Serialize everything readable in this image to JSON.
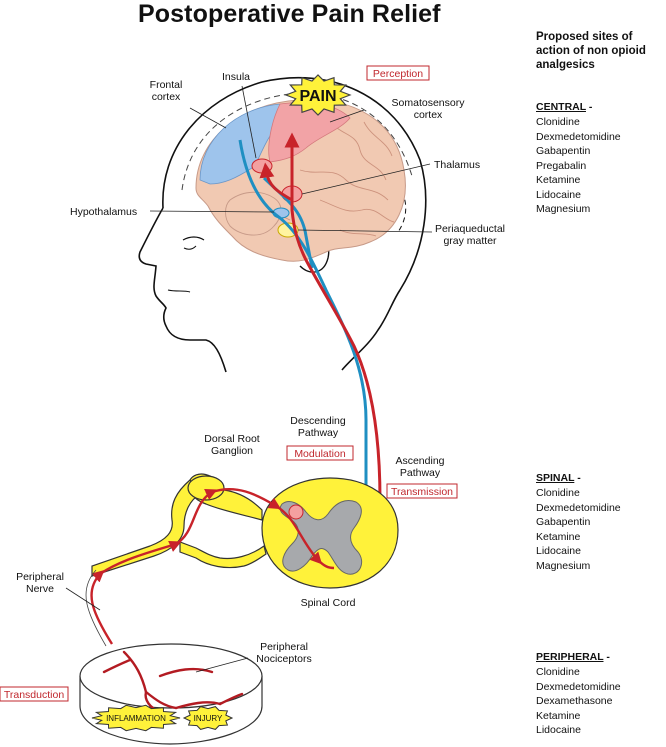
{
  "title": "Postoperative Pain Relief",
  "side": {
    "heading": [
      "Proposed sites of",
      "action of non opioid",
      "analgesics"
    ],
    "groups": [
      {
        "name": "CENTRAL",
        "suffix": " -",
        "drugs": [
          "Clonidine",
          "Dexmedetomidine",
          "Gabapentin",
          "Pregabalin",
          "Ketamine",
          "Lidocaine",
          "Magnesium"
        ]
      },
      {
        "name": "SPINAL",
        "suffix": " -",
        "drugs": [
          "Clonidine",
          "Dexmedetomidine",
          "Gabapentin",
          "Ketamine",
          "Lidocaine",
          "Magnesium"
        ]
      },
      {
        "name": "PERIPHERAL",
        "suffix": " -",
        "drugs": [
          "Clonidine",
          "Dexmedetomidine",
          "Dexamethasone",
          "Ketamine",
          "Lidocaine"
        ]
      }
    ]
  },
  "labels": {
    "frontal_cortex": [
      "Frontal",
      "cortex"
    ],
    "insula": [
      "Insula"
    ],
    "somatosensory_cortex": [
      "Somatosensory",
      "cortex"
    ],
    "thalamus": [
      "Thalamus"
    ],
    "hypothalamus": [
      "Hypothalamus"
    ],
    "periaqueductal_gray": [
      "Periaqueductal",
      "gray matter"
    ],
    "descending_pathway": [
      "Descending",
      "Pathway"
    ],
    "dorsal_root_ganglion": [
      "Dorsal Root",
      "Ganglion"
    ],
    "ascending_pathway": [
      "Ascending",
      "Pathway"
    ],
    "peripheral_nerve": [
      "Peripheral",
      "Nerve"
    ],
    "spinal_cord": [
      "Spinal Cord"
    ],
    "peripheral_nociceptors": [
      "Peripheral",
      "Nociceptors"
    ]
  },
  "boxed": {
    "perception": "Perception",
    "modulation": "Modulation",
    "transmission": "Transmission",
    "transduction": "Transduction"
  },
  "bursts": {
    "pain": "PAIN",
    "inflammation": "INFLAMMATION",
    "injury": "INJURY"
  },
  "colors": {
    "ascending": "#c8232a",
    "descending": "#1f8fc2",
    "cord_fill": "#fff23a",
    "gray_matter": "#a7a9ac",
    "frontal": "#9ec4ec",
    "somato": "#f2a3a6",
    "brain": "#f1c9b2",
    "burst": "#fff23a",
    "box_border": "#c0272d",
    "tissue_vessels": "#b31b22"
  }
}
